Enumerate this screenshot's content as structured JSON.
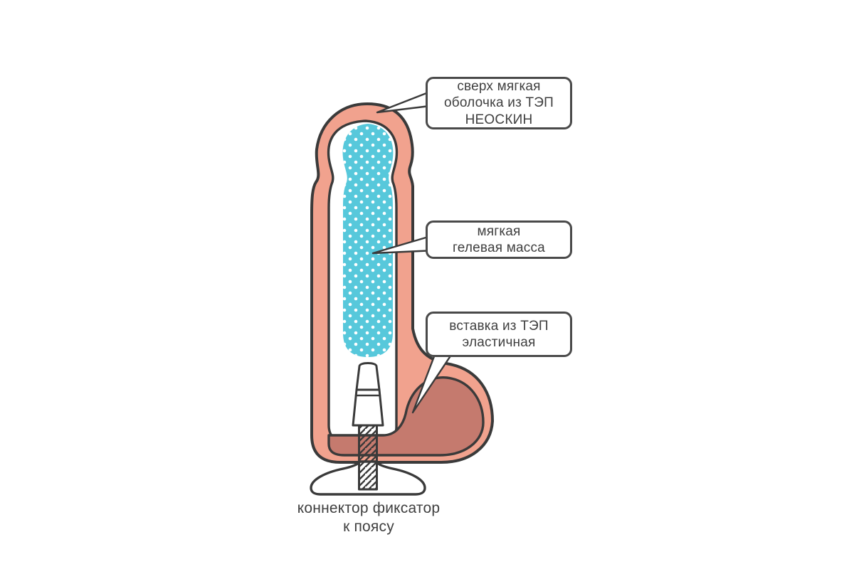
{
  "figure": {
    "callouts": [
      {
        "lines": [
          "сверх мягкая",
          "оболочка из ТЭП",
          "НЕОСКИН"
        ]
      },
      {
        "lines": [
          "мягкая",
          "гелевая масса"
        ]
      },
      {
        "lines": [
          "вставка из ТЭП",
          "эластичная"
        ]
      }
    ],
    "caption": {
      "lines": [
        "коннектор фиксатор",
        "к поясу"
      ]
    },
    "colors": {
      "outline": "#3a3a3a",
      "shell": "#f1a28e",
      "gel": "#57c8db",
      "insert": "#c57a6e",
      "white": "#ffffff"
    }
  }
}
